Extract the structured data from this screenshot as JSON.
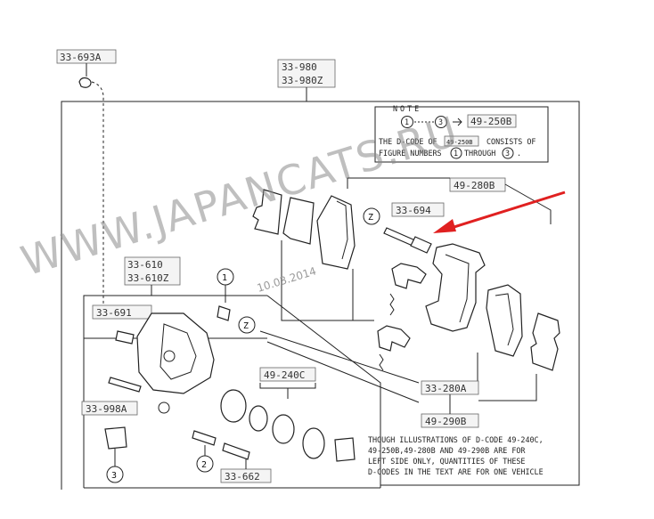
{
  "part_codes": {
    "c_33_693a": "33-693A",
    "c_33_980": "33-980",
    "c_33_980z": "33-980Z",
    "c_33_694": "33-694",
    "c_49_280b": "49-280B",
    "c_33_610": "33-610",
    "c_33_610z": "33-610Z",
    "c_33_691": "33-691",
    "c_49_240c": "49-240C",
    "c_33_280a": "33-280A",
    "c_49_290b": "49-290B",
    "c_33_998a": "33-998A",
    "c_33_662": "33-662"
  },
  "note": {
    "title": "NOTE",
    "n1": "1",
    "n3": "3",
    "ref": "49-250B",
    "line1a": "THE D-CODE OF",
    "line1ref": "49-250B",
    "line1b": "CONSISTS OF",
    "line2a": "FIGURE NUMBERS",
    "line2b": "THROUGH",
    "line2end": "."
  },
  "callouts": {
    "one": "1",
    "two": "2",
    "three": "3",
    "z": "Z"
  },
  "footnote": {
    "lines": [
      "THOUGH ILLUSTRATIONS OF D-CODE 49-240C,",
      "49-250B,49-280B AND 49-290B ARE FOR",
      "LEFT SIDE ONLY, QUANTITIES OF THESE",
      "D-CODES IN THE TEXT ARE FOR ONE VEHICLE"
    ]
  },
  "watermark": {
    "text": "WWW.JAPANCATS.RU",
    "date": "10.03.2014"
  },
  "colors": {
    "arrow": "#e02020",
    "line": "#222222",
    "label_box": "#f4f4f4"
  }
}
